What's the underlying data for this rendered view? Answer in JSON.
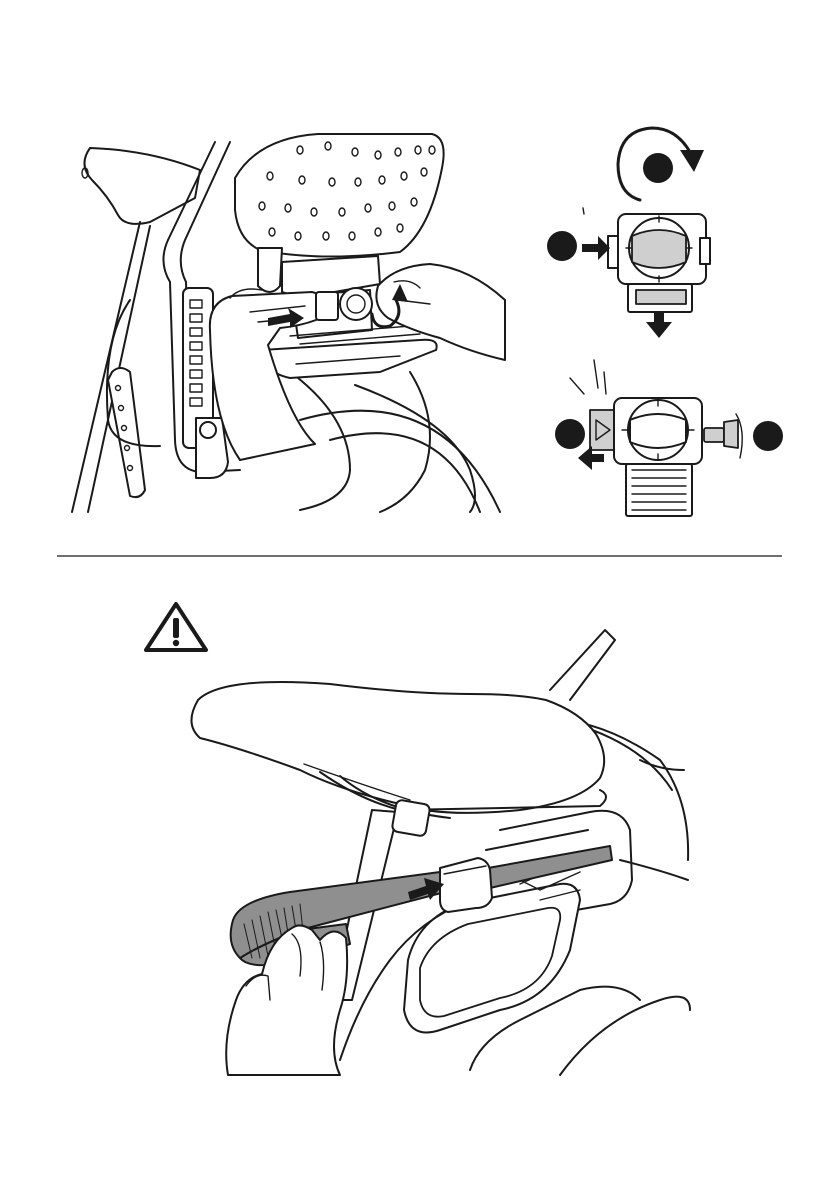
{
  "figures": {
    "top_left": {
      "subject": "seat-bracket-release-lever"
    },
    "top_right": {
      "step_markers": 4
    },
    "bottom": {
      "subject": "strap-buckle-under-saddle"
    }
  },
  "warning": {
    "icon": "warning-triangle-icon"
  },
  "colors": {
    "ink": "#1a1a1a",
    "strap": "#8f8f8f",
    "paper": "#ffffff"
  }
}
